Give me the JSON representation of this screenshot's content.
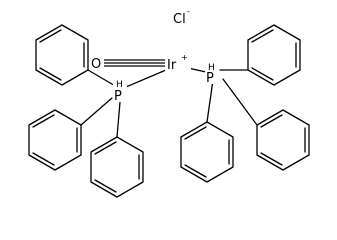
{
  "atoms": {
    "chloride": {
      "symbol": "Cl",
      "charge": "-"
    },
    "oxygen": {
      "symbol": "O"
    },
    "iridium": {
      "symbol": "Ir",
      "charge": "+"
    },
    "phosphorus_left": {
      "symbol": "P",
      "hydrogen": "H"
    },
    "phosphorus_right": {
      "symbol": "P",
      "hydrogen": "H"
    }
  }
}
